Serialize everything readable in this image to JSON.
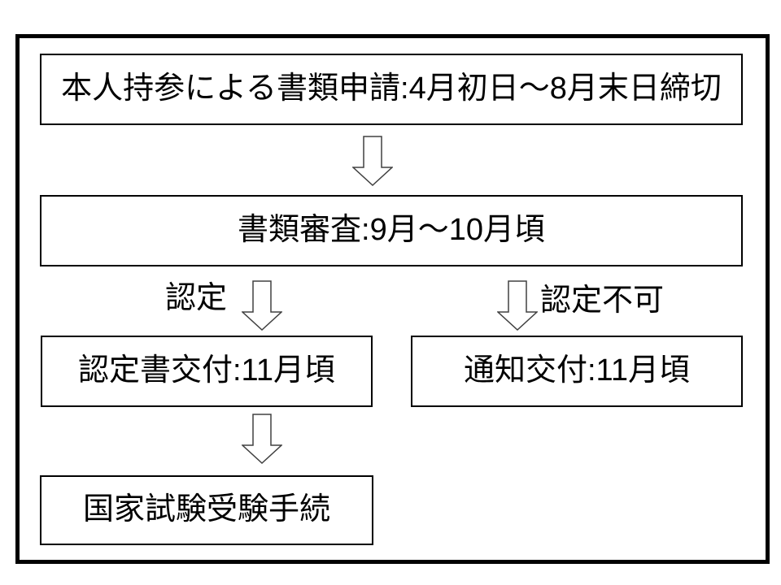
{
  "boxes": {
    "application": "本人持参による書類申請:4月初日～8月末日締切",
    "screening": "書類審査:9月～10月頃",
    "certificate": "認定書交付:11月頃",
    "notice": "通知交付:11月頃",
    "exam": "国家試験受験手続"
  },
  "branch_labels": {
    "approved": "認定",
    "rejected": "認定不可"
  },
  "icons": {
    "down_arrow": "down-block-arrow"
  },
  "colors": {
    "background": "#ffffff",
    "outer_border": "#000000",
    "box_border": "#000000",
    "text": "#000000",
    "arrow_outline": "#404040",
    "arrow_fill": "#ffffff"
  }
}
